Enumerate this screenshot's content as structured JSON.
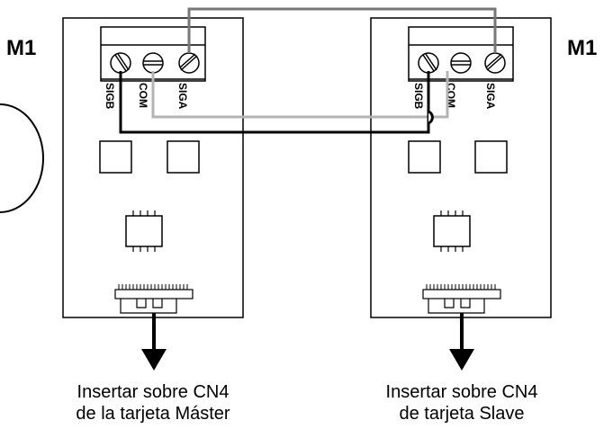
{
  "boards": [
    {
      "module_label": "M1",
      "terminals": [
        "SIGB",
        "COM",
        "SIGA"
      ],
      "caption_line1": "Insertar sobre CN4",
      "caption_line2": "de la tarjeta Máster"
    },
    {
      "module_label": "M1",
      "terminals": [
        "SIGB",
        "COM",
        "SIGA"
      ],
      "caption_line1": "Insertar sobre CN4",
      "caption_line2": "de tarjeta Slave"
    }
  ],
  "colors": {
    "board_outline": "#000000",
    "wire_siga": "#777777",
    "wire_com": "#b3b3b3",
    "wire_sigb": "#000000"
  }
}
